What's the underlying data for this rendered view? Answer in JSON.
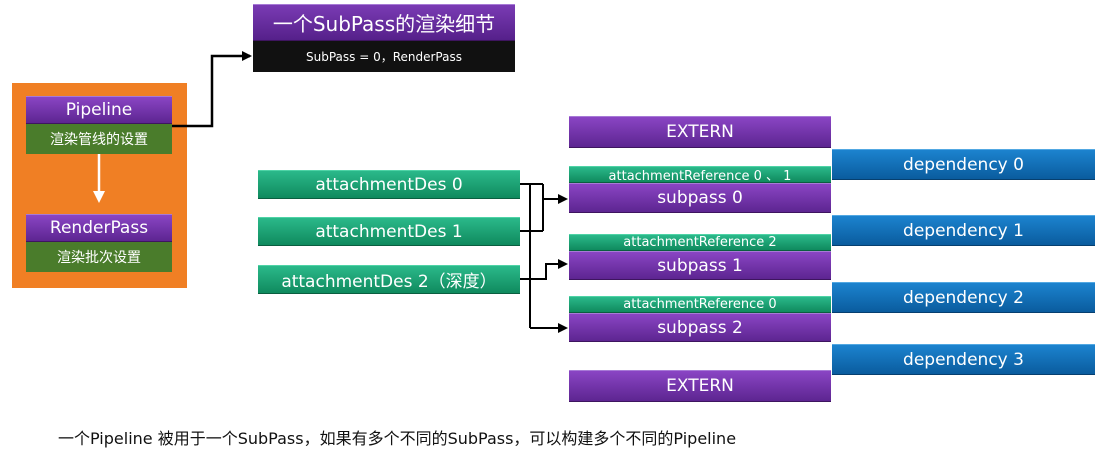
{
  "title": {
    "heading": "一个SubPass的渲染细节",
    "sub": "SubPass = 0，RenderPass"
  },
  "left_panel": {
    "pipeline": "Pipeline",
    "pipeline_desc": "渲染管线的设置",
    "renderpass": "RenderPass",
    "renderpass_desc": "渲染批次设置"
  },
  "attachments": [
    "attachmentDes 0",
    "attachmentDes 1",
    "attachmentDes 2（深度）"
  ],
  "externs": {
    "top": "EXTERN",
    "bottom": "EXTERN"
  },
  "subpasses": [
    {
      "reference": "attachmentReference 0 、 1",
      "label": "subpass 0"
    },
    {
      "reference": "attachmentReference 2",
      "label": "subpass 1"
    },
    {
      "reference": "attachmentReference 0",
      "label": "subpass 2"
    }
  ],
  "dependencies": [
    "dependency 0",
    "dependency 1",
    "dependency 2",
    "dependency 3"
  ],
  "caption": "一个Pipeline 被用于一个SubPass，如果有多个不同的SubPass，可以构建多个不同的Pipeline",
  "colors": {
    "purple": "#6a2ea0",
    "green": "#12996a",
    "blue": "#0f6db5",
    "orange": "#f07f24",
    "olive": "#4a7c2b"
  }
}
